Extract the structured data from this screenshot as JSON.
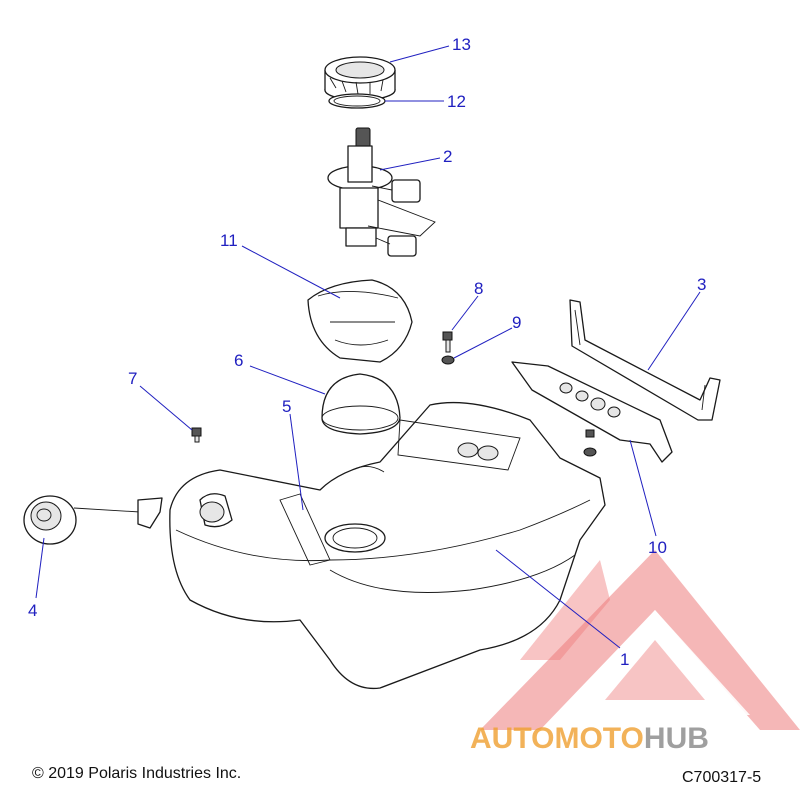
{
  "callouts": {
    "c1": "1",
    "c2": "2",
    "c3": "3",
    "c4": "4",
    "c5": "5",
    "c6": "6",
    "c7": "7",
    "c8": "8",
    "c9": "9",
    "c10": "10",
    "c11": "11",
    "c12": "12",
    "c13": "13"
  },
  "footer": {
    "copyright": "© 2019 Polaris Industries Inc.",
    "drawing_code": "C700317-5"
  },
  "watermark": {
    "brand_part1": "AUTOMOTO",
    "brand_part2": "HUB",
    "colors": {
      "triangle": "#e85050",
      "orange": "#f0a030",
      "gray": "#888888"
    }
  }
}
